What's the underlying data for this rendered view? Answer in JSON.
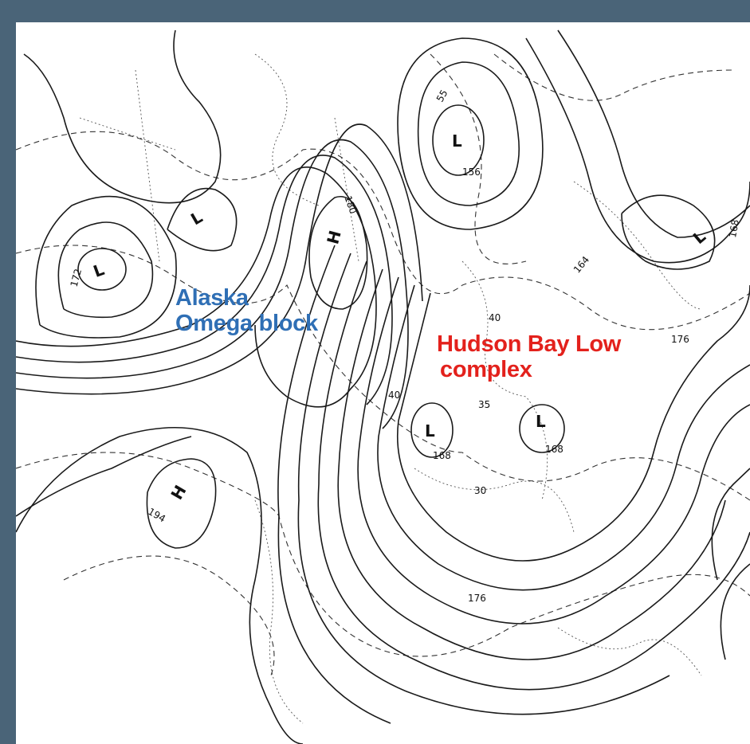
{
  "annotations": {
    "alaska": {
      "line1": "Alaska",
      "line2": "Omega block",
      "color": "#2f6fb5"
    },
    "hudson": {
      "line1": "Hudson Bay Low",
      "line2": "complex",
      "color": "#e3211c"
    }
  },
  "pressure_systems": [
    {
      "symbol": "L",
      "label": "156"
    },
    {
      "symbol": "L",
      "label": ""
    },
    {
      "symbol": "L",
      "label": "172"
    },
    {
      "symbol": "H",
      "label": "180"
    },
    {
      "symbol": "L",
      "label": ""
    },
    {
      "symbol": "L",
      "label": "168"
    },
    {
      "symbol": "L",
      "label": "168"
    },
    {
      "symbol": "H",
      "label": "194"
    }
  ],
  "contour_labels": [
    "164",
    "176",
    "176",
    "168",
    "40",
    "35",
    "30",
    "40",
    "55"
  ]
}
